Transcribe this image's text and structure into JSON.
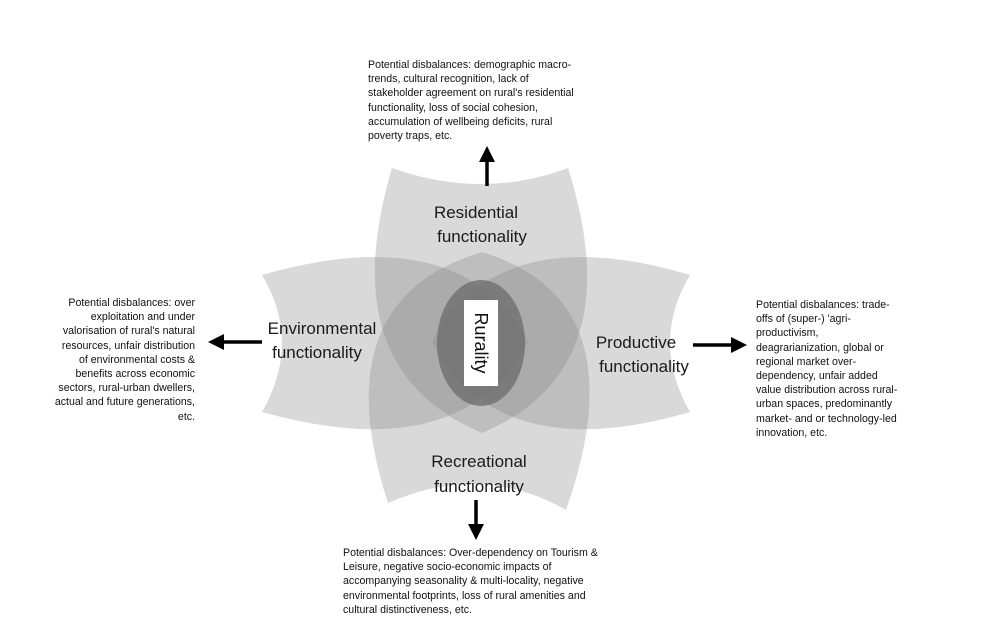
{
  "center_label": "Rurality",
  "petals": {
    "residential": [
      "Residential",
      "functionality"
    ],
    "environmental": [
      "Environmental",
      "functionality"
    ],
    "productive": [
      "Productive",
      "functionality"
    ],
    "recreational": [
      "Recreational",
      "functionality"
    ]
  },
  "notes": {
    "top": [
      "Potential disbalances: demographic macro-",
      "trends, cultural recognition, lack of",
      "stakeholder agreement on rural's residential",
      "functionality,  loss of social cohesion,",
      "accumulation of wellbeing deficits, rural",
      "poverty traps, etc."
    ],
    "left": [
      "Potential disbalances: over",
      "exploitation and under",
      "valorisation of rural's natural",
      "resources,  unfair distribution",
      "of environmental costs &",
      "benefits across economic",
      "sectors, rural-urban dwellers,",
      "actual and future generations,",
      "etc."
    ],
    "right": [
      "Potential disbalances: trade-",
      "offs of (super-) 'agri-",
      "productivism,",
      "deagrarianization, global or",
      "regional market over-",
      "dependency, unfair added",
      "value distribution across rural-",
      "urban spaces, predominantly",
      "market- and or technology-led",
      "innovation, etc."
    ],
    "bottom": [
      "Potential disbalances: Over-dependency on Tourism &",
      "Leisure, negative socio-economic impacts of",
      "accompanying seasonality & multi-locality,  negative",
      "environmental footprints, loss of rural amenities and",
      "cultural distinctiveness,  etc."
    ]
  },
  "colors": {
    "petal_fill": "#808080",
    "petal_opacity": 0.3,
    "center_fill": "#6b6b6b",
    "arrow": "#000000"
  }
}
